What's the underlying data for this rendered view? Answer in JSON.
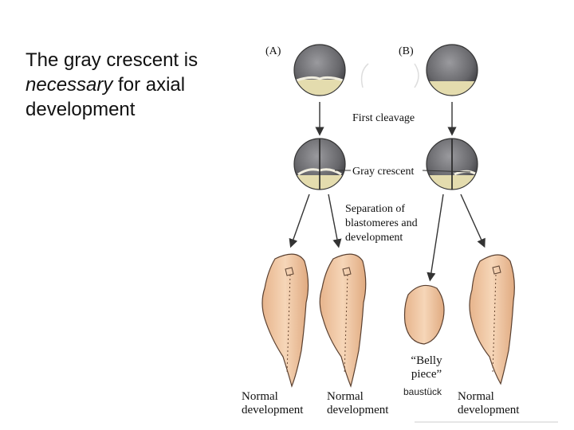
{
  "heading": {
    "line1": "The gray crescent is",
    "emphasis": "necessary",
    "line2_rest": " for axial",
    "line3": "development"
  },
  "figure": {
    "panel_a": "(A)",
    "panel_b": "(B)",
    "first_cleavage": "First cleavage",
    "gray_crescent": "Gray crescent",
    "separation": [
      "Separation of",
      "blastomeres and",
      "development"
    ],
    "belly_piece": [
      "“Belly",
      "piece”"
    ],
    "handwritten_note": "baustück",
    "outcomes": [
      [
        "Normal",
        "development"
      ],
      [
        "Normal",
        "development"
      ],
      [
        "Normal",
        "development"
      ]
    ]
  },
  "colors": {
    "egg_gray": "#6f6f72",
    "yolk": "#e4dcae",
    "embryo_fill": "#f0c9a6",
    "embryo_stroke": "#5a4030"
  }
}
